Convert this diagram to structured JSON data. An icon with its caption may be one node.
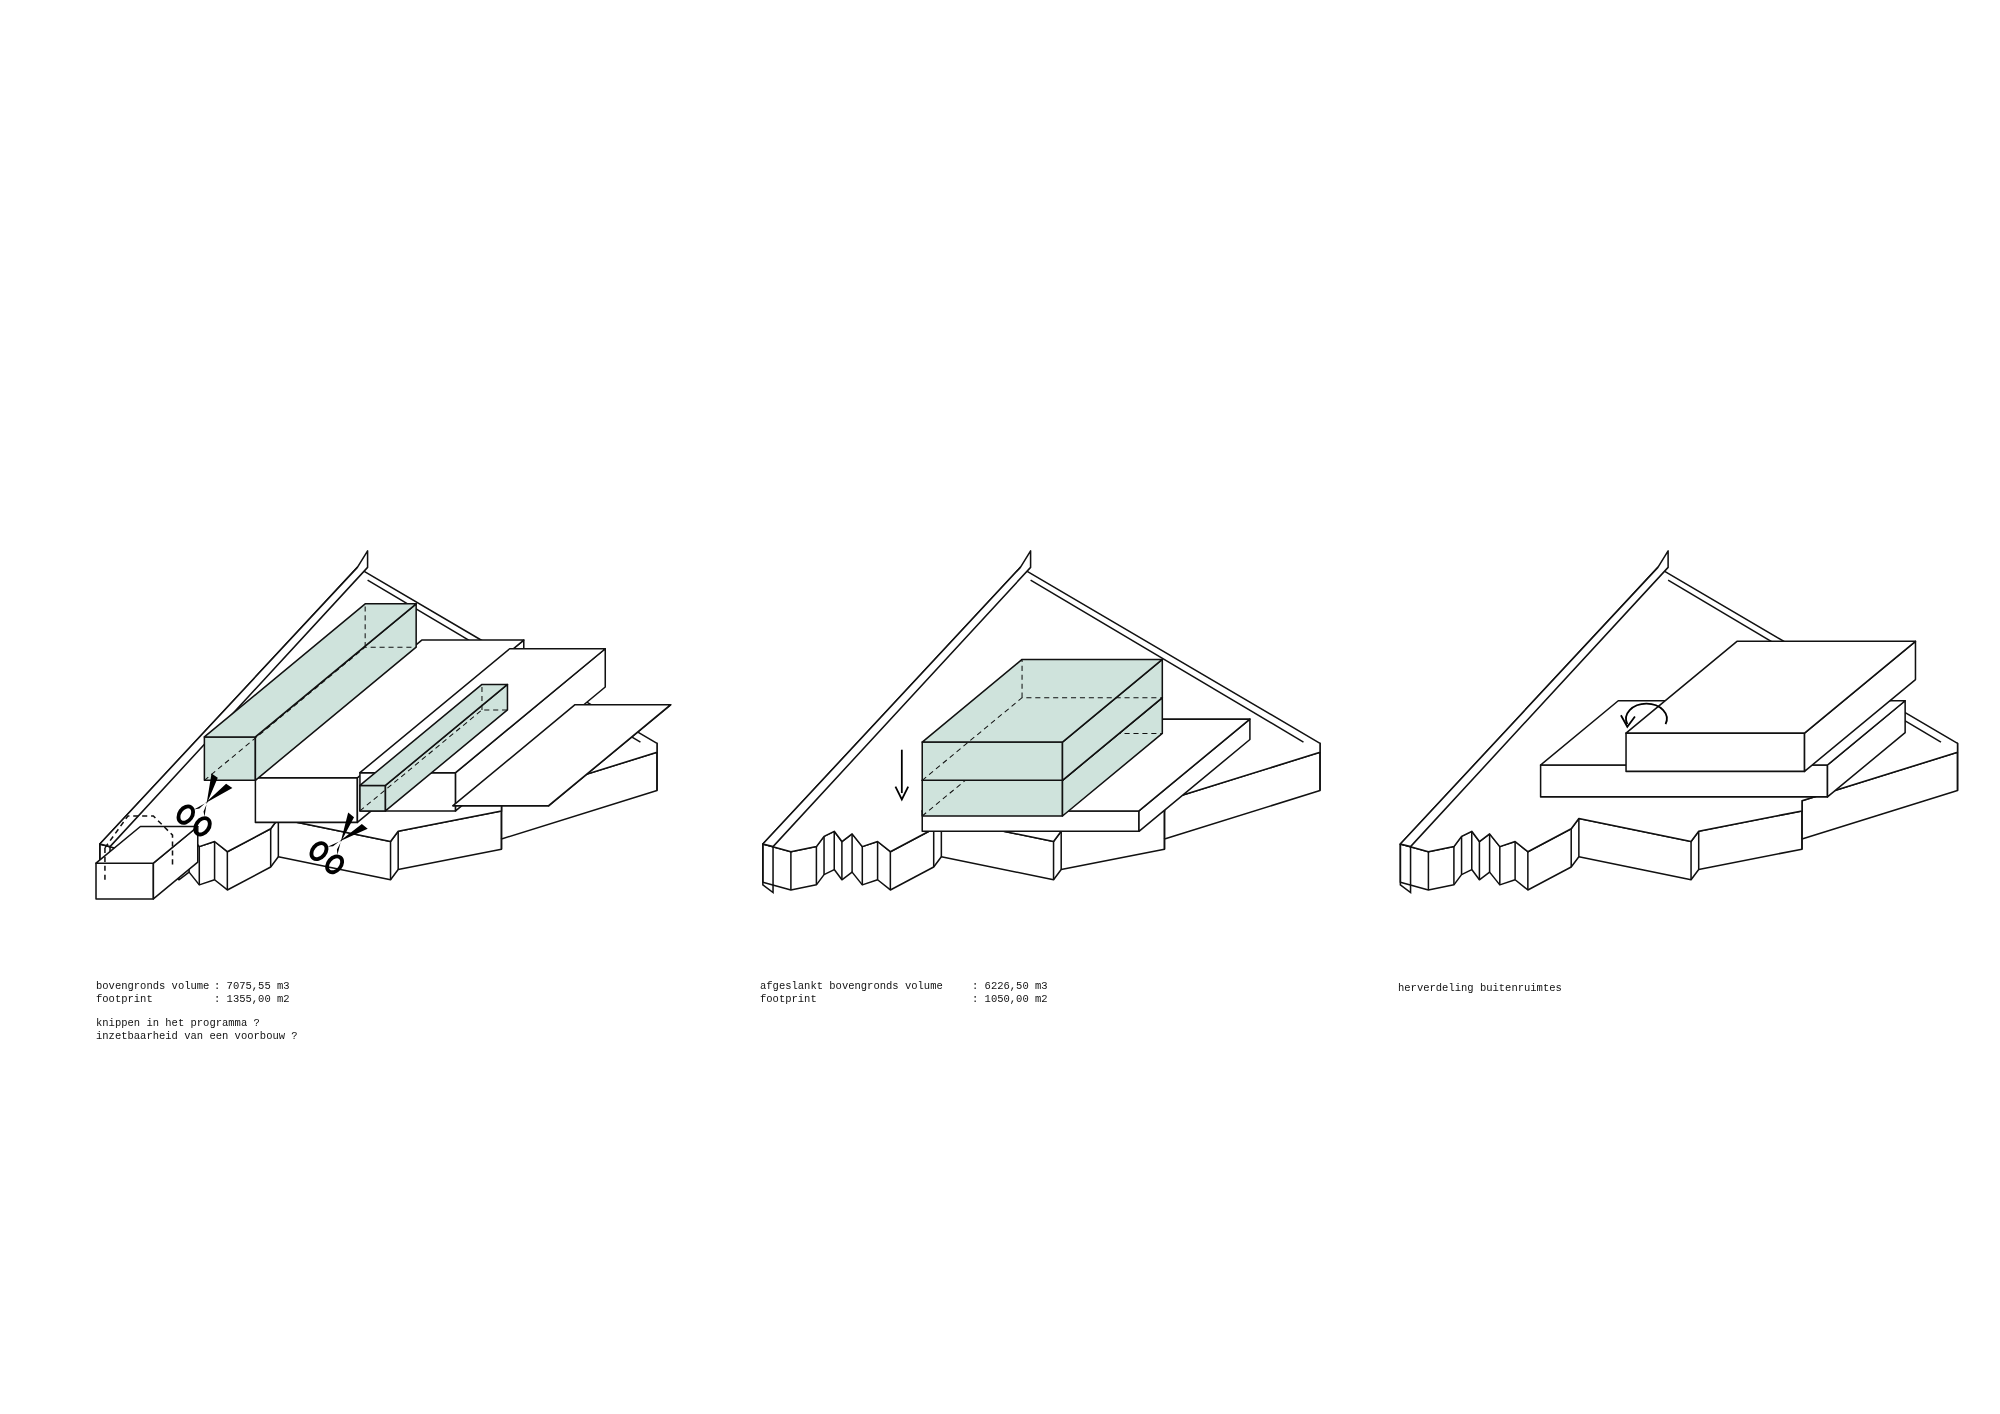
{
  "diagram": {
    "labels": [
      "bovengronds volume",
      ": 7075,55 m3",
      "footprint",
      ": 1355,00 m2",
      "knippen in het programma ?",
      "inzetbaarheid van een voorbouw ?",
      "afgeslankt bovengronds volume",
      ": 6226,50 m3",
      "footprint",
      ": 1050,00 m2",
      "herverdeling buitenruimtes"
    ]
  }
}
